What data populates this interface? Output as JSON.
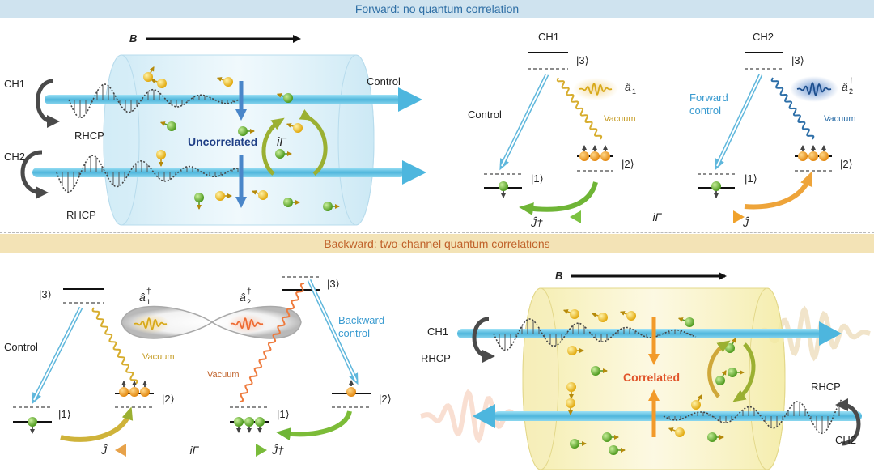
{
  "banners": {
    "forward": "Forward: no quantum correlation",
    "backward": "Backward: two-channel quantum correlations"
  },
  "forward_cell": {
    "field": "B",
    "ch1": "CH1",
    "ch2": "CH2",
    "rhcp1": "RHCP",
    "rhcp2": "RHCP",
    "control": "Control",
    "state": "Uncorrelated",
    "coupling": "iΓ"
  },
  "forward_levels": {
    "ch1_title": "CH1",
    "ch2_title": "CH2",
    "level3": "|3⟩",
    "level2": "|2⟩",
    "level1": "|1⟩",
    "control": "Control",
    "forward_control_line1": "Forward",
    "forward_control_line2": "control",
    "a1": "â",
    "a1_sub": "1",
    "a2": "â",
    "a2_sub": "2",
    "dagger": "†",
    "vacuum1": "Vacuum",
    "vacuum2": "Vacuum",
    "j_dagger": "Ĵ†",
    "j": "Ĵ",
    "coupling": "iΓ"
  },
  "backward_levels": {
    "level3_left": "|3⟩",
    "level2_left": "|2⟩",
    "level1_left": "|1⟩",
    "level3_right": "|3⟩",
    "level2_right": "|2⟩",
    "level1_right": "|1⟩",
    "control": "Control",
    "backward_control_line1": "Backward",
    "backward_control_line2": "control",
    "a1": "â",
    "a1_sub": "1",
    "a2": "â",
    "a2_sub": "2",
    "dagger": "†",
    "vacuum_left": "Vacuum",
    "vacuum_right": "Vacuum",
    "j": "Ĵ",
    "j_dagger": "Ĵ†",
    "coupling": "iΓ"
  },
  "backward_cell": {
    "field": "B",
    "ch1": "CH1",
    "ch2": "CH2",
    "rhcp1": "RHCP",
    "rhcp2": "RHCP",
    "state": "Correlated"
  },
  "colors": {
    "beam": "#5fc3e4",
    "forward_cell": "#cdeaf5",
    "backward_cell": "#f6efb8",
    "uncorrelated": "#1f3f86",
    "correlated": "#e0542a",
    "atom_green": "#7cc242",
    "atom_yellow": "#f2c31b",
    "atom_orange": "#f0a22c",
    "control_arrow": "#5fb7dc",
    "vacuum_yellow": "#d7ad2e",
    "vacuum_blue": "#2d6fa8",
    "vacuum_orange": "#ee6b32"
  }
}
